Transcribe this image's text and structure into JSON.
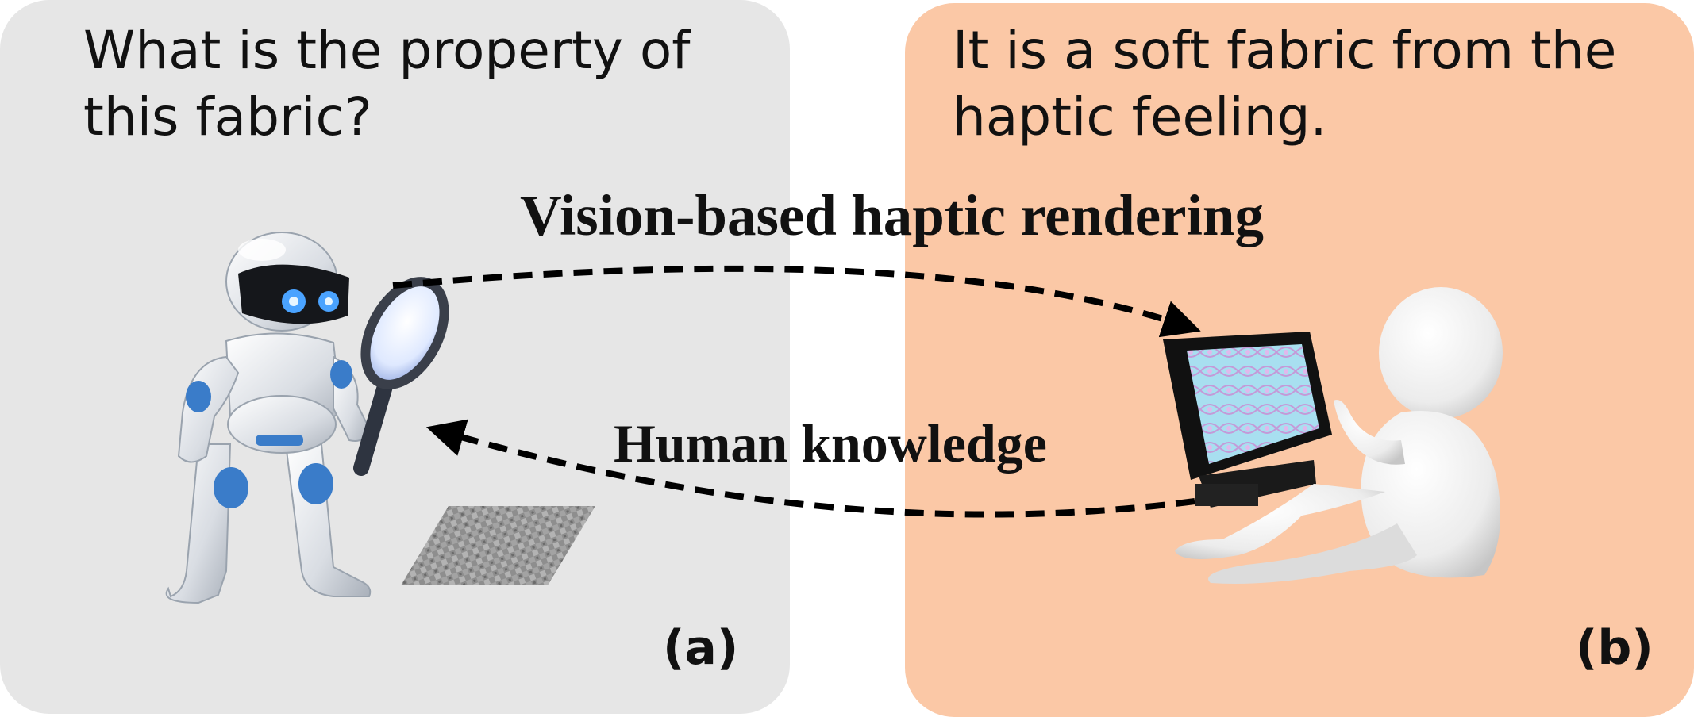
{
  "panels": {
    "robot_panel": {
      "question": "What is the property of this fabric?",
      "tag": "(a)",
      "color": "#e6e6e6"
    },
    "human_panel": {
      "answer": "It is a soft fabric from the haptic feeling.",
      "tag": "(b)",
      "color": "#fbc8a6"
    }
  },
  "arrows": {
    "top": {
      "label": "Vision-based haptic rendering",
      "direction": "robot-to-human"
    },
    "bottom": {
      "label": "Human knowledge",
      "direction": "human-to-robot"
    }
  },
  "icons": [
    "robot-icon",
    "magnifying-glass-icon",
    "fabric-swatch-icon",
    "monitor-icon",
    "human-figure-icon"
  ]
}
